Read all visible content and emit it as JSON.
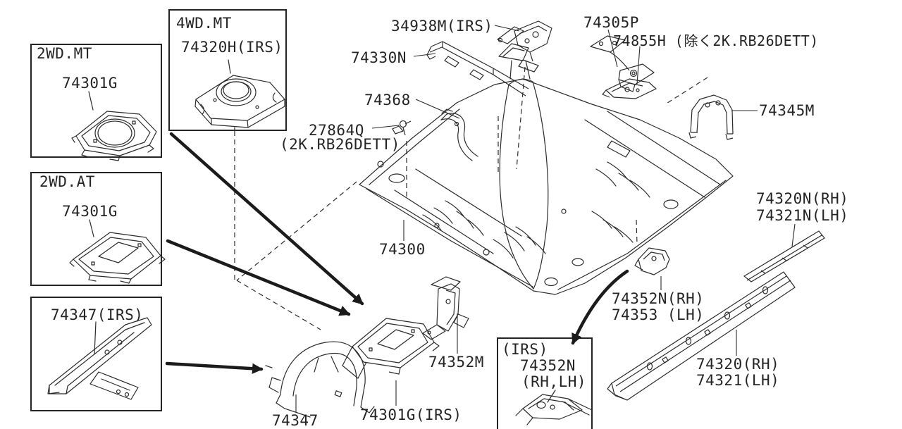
{
  "page_bg": "#ffffff",
  "ink": "#242424",
  "insets": {
    "twd_mt": {
      "title": "2WD.MT",
      "part": "74301G"
    },
    "fwd_mt": {
      "title": "4WD.MT",
      "part": "74320H(IRS)"
    },
    "twd_at": {
      "title": "2WD.AT",
      "part": "74301G"
    },
    "brace": {
      "part": "74347(IRS)"
    },
    "irs": {
      "title": "(IRS)",
      "part": "74352N",
      "part_sub": "(RH,LH)"
    }
  },
  "callouts": {
    "c34938m": "34938M(IRS)",
    "c74330n": "74330N",
    "c74305p": "74305P",
    "c74855h": "74855H (除く2K.RB26DETT)",
    "c74368": "74368",
    "c27864q": "27864Q",
    "c27864q_sub": "(2K.RB26DETT)",
    "c74345m": "74345M",
    "c74320n_rh": "74320N(RH)",
    "c74321n_lh": "74321N(LH)",
    "c74300": "74300",
    "c74352n_rh": "74352N(RH)",
    "c74353_lh": "74353 (LH)",
    "c74352m": "74352M",
    "c74301g_irs": "74301G(IRS)",
    "c74347_cut": "74347",
    "c74320_rh": "74320(RH)",
    "c74321_lh": "74321(LH)"
  }
}
